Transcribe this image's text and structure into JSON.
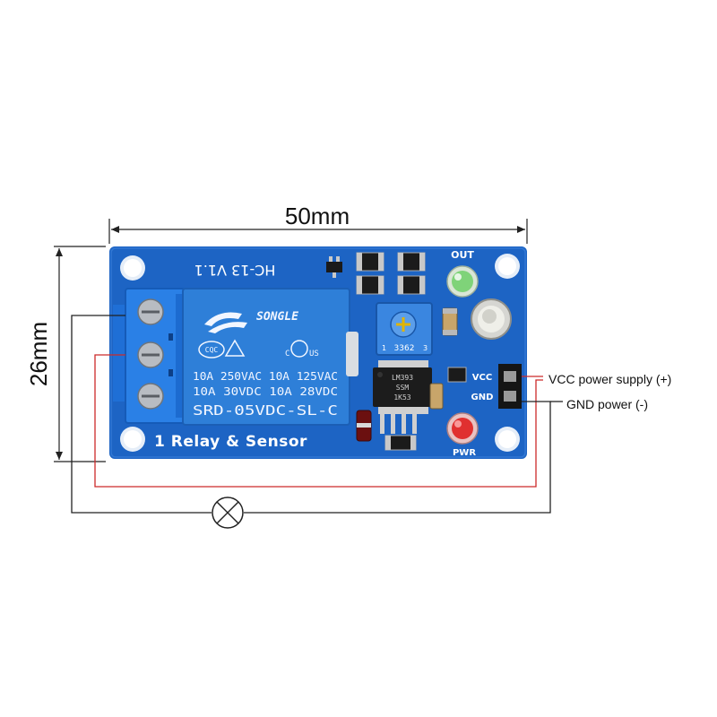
{
  "dimensions": {
    "width_label": "50mm",
    "height_label": "26mm"
  },
  "board": {
    "silk_version": "HC-13 V1.1",
    "silk_title": "1 Relay & Sensor",
    "out_label": "OUT",
    "pwr_label": "PWR",
    "vcc_pin_label": "VCC",
    "gnd_pin_label": "GND",
    "pcb_color": "#1d64c4"
  },
  "relay": {
    "brand": "SONGLE",
    "line1": "10A 250VAC 10A 125VAC",
    "line2": "10A  30VDC 10A  28VDC",
    "model": "SRD-05VDC-SL-C",
    "cqc": "CQC",
    "cert_c": "C",
    "cert_us": "US",
    "color": "#2e7fd8"
  },
  "components": {
    "potentiometer_code": "3362",
    "pot_pin_1": "1",
    "pot_pin_3": "3",
    "ic_marking_1": "LM393",
    "ic_marking_2": "SSM",
    "ic_marking_3": "1K53"
  },
  "connections": {
    "vcc_label": "VCC power supply (+)",
    "gnd_label": "GND power (-)",
    "wire_red": "#cc2a2a",
    "wire_black": "#222222"
  },
  "lamp": {
    "icon": "lamp-icon"
  }
}
